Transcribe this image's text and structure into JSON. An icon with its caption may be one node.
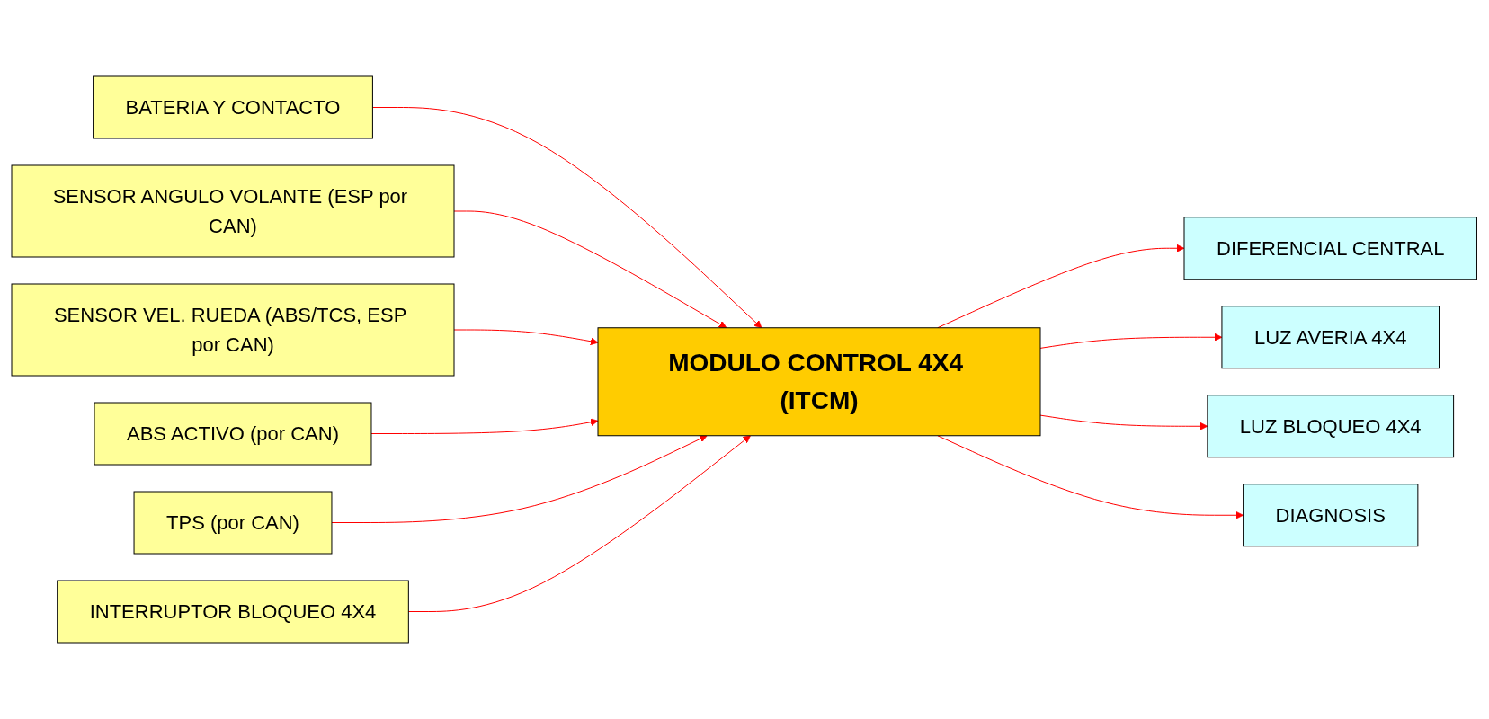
{
  "diagram": {
    "nodes": [
      {
        "text": [
          "BATERIA Y CONTACTO"
        ]
      },
      {
        "text": [
          "SENSOR ANGULO VOLANTE (ESP por CAN)"
        ]
      },
      {
        "text": [
          "SENSOR VEL. RUEDA (ABS/TCS, ESP por CAN)"
        ]
      },
      {
        "text": [
          "ABS ACTIVO (por CAN)"
        ]
      },
      {
        "text": [
          "TPS (por CAN)"
        ]
      },
      {
        "text": [
          "INTERRUPTOR BLOQUEO 4X4"
        ]
      },
      {
        "text": [
          "MODULO CONTROL 4X4 (ITCM)"
        ]
      },
      {
        "text": [
          "DIFERENCIAL CENTRAL"
        ]
      },
      {
        "text": [
          "LUZ AVERIA 4X4"
        ]
      },
      {
        "text": [
          "LUZ BLOQUEO 4X4"
        ]
      },
      {
        "text": [
          "DIAGNOSIS"
        ]
      }
    ],
    "edges": [
      {
        "from": 0,
        "to": 6,
        "arrow": "to"
      },
      {
        "from": 1,
        "to": 6,
        "arrow": "to"
      },
      {
        "from": 2,
        "to": 6,
        "arrow": "to"
      },
      {
        "from": 3,
        "to": 6,
        "arrow": "to"
      },
      {
        "from": 4,
        "to": 6,
        "arrow": "to"
      },
      {
        "from": 5,
        "to": 6,
        "arrow": "to"
      },
      {
        "from": 6,
        "to": 7,
        "arrow": "to"
      },
      {
        "from": 6,
        "to": 8,
        "arrow": "to"
      },
      {
        "from": 6,
        "to": 9,
        "arrow": "to"
      },
      {
        "from": 6,
        "to": 10,
        "arrow": "to"
      }
    ]
  }
}
